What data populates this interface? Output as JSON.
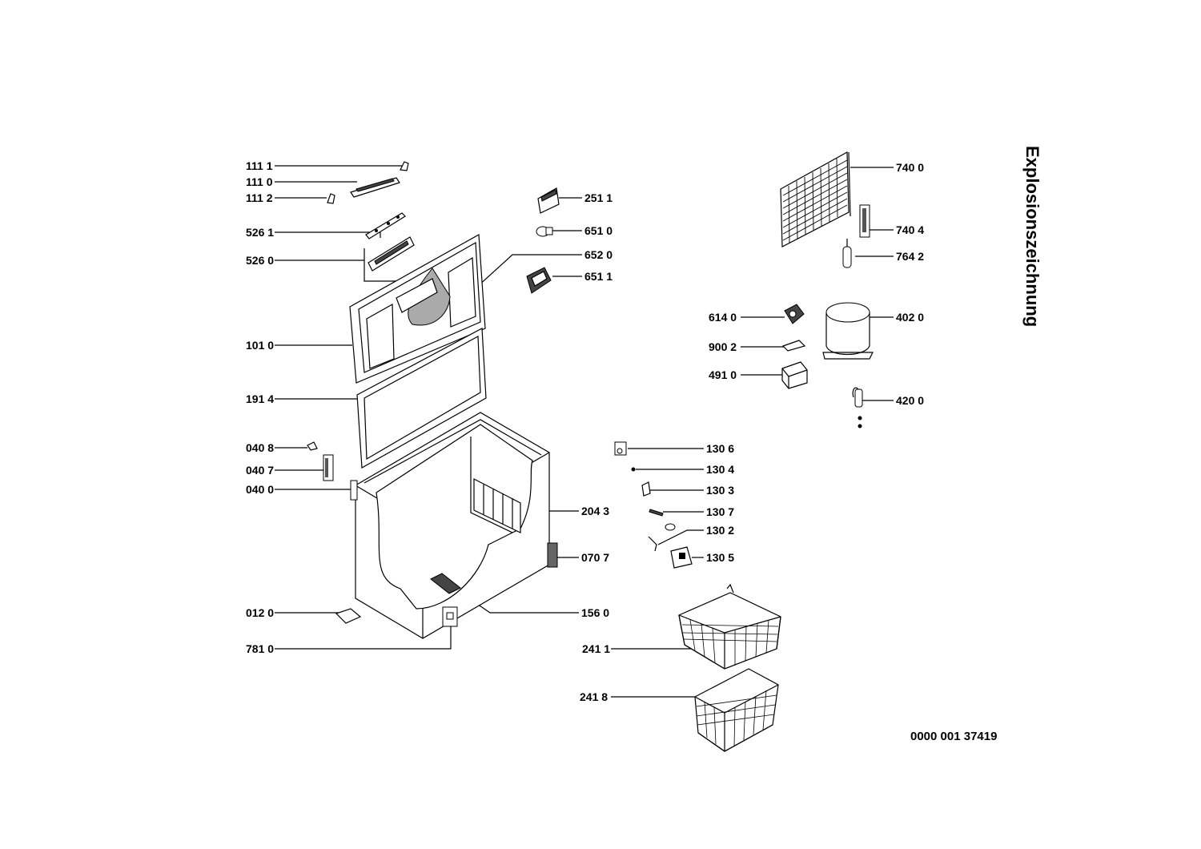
{
  "title": "Explosionszeichnung",
  "document_number": "0000 001 37419",
  "labels": {
    "l1111": "111 1",
    "l1110": "111 0",
    "l1112": "111 2",
    "l5261": "526 1",
    "l5260": "526 0",
    "l1010": "101 0",
    "l1914": "191 4",
    "l0408": "040 8",
    "l0407": "040 7",
    "l0400": "040 0",
    "l0120": "012 0",
    "l7810": "781 0",
    "l2511": "251 1",
    "l6510": "651 0",
    "l6520": "652 0",
    "l6511": "651 1",
    "l2043": "204 3",
    "l0707": "070 7",
    "l1560": "156 0",
    "l1306": "130 6",
    "l1304": "130 4",
    "l1303": "130 3",
    "l1307": "130 7",
    "l1302": "130 2",
    "l1305": "130 5",
    "l2411": "241 1",
    "l2418": "241 8",
    "l7400": "740 0",
    "l7404": "740 4",
    "l7642": "764 2",
    "l6140": "614 0",
    "l4020": "402 0",
    "l9002": "900 2",
    "l4910": "491 0",
    "l4200": "420 0"
  }
}
